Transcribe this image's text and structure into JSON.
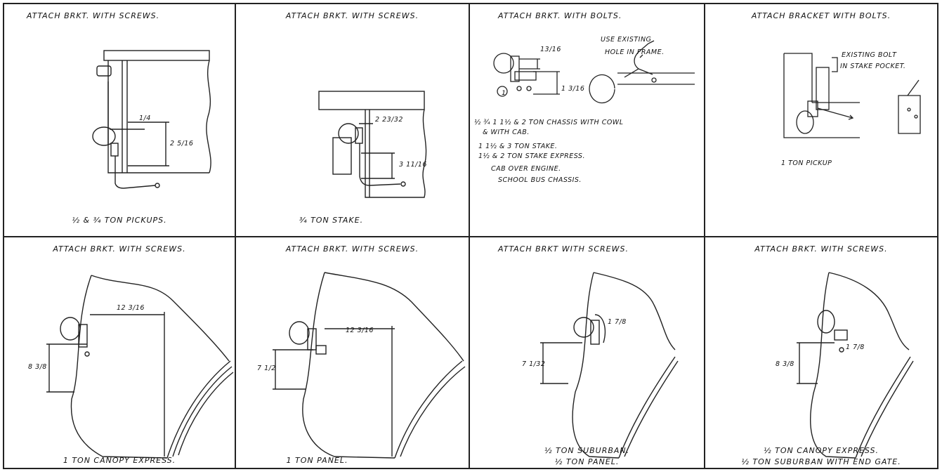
{
  "panels": [
    {
      "header": "ATTACH BRKT. WITH SCREWS.",
      "caption": [
        "½ & ¾ TON PICKUPS."
      ],
      "dims": [
        "1/4",
        "2 5/16"
      ]
    },
    {
      "header": "ATTACH BRKT. WITH SCREWS.",
      "caption": [
        "¾ TON STAKE."
      ],
      "dims": [
        "2 23/32",
        "3 11/16"
      ]
    },
    {
      "header": "ATTACH BRKT. WITH BOLTS.",
      "caption": [],
      "dims": [
        "13/16",
        "1 3/16"
      ],
      "callout": [
        "USE EXISTING",
        "HOLE IN FRAME."
      ],
      "circle_label": "1",
      "notes": [
        "½ ¾ 1 1½ & 2 TON CHASSIS WITH COWL",
        "& WITH CAB.",
        "1 1½ & 3 TON STAKE.",
        "1½ & 2 TON STAKE EXPRESS.",
        "CAB OVER ENGINE.",
        "SCHOOL BUS CHASSIS."
      ]
    },
    {
      "header": "ATTACH BRACKET WITH BOLTS.",
      "caption": [],
      "callout": [
        "EXISTING BOLT",
        "IN STAKE POCKET."
      ],
      "mid_caption": "1 TON PICKUP"
    },
    {
      "header": "ATTACH BRKT. WITH SCREWS.",
      "caption": [
        "1 TON CANOPY EXPRESS."
      ],
      "dims": [
        "12 3/16",
        "8 3/8"
      ]
    },
    {
      "header": "ATTACH BRKT. WITH SCREWS.",
      "caption": [
        "1 TON PANEL."
      ],
      "dims": [
        "12 3/16",
        "7 1/2"
      ]
    },
    {
      "header": "ATTACH BRKT WITH SCREWS.",
      "caption": [
        "½ TON SUBURBAN.",
        "½ TON PANEL."
      ],
      "dims": [
        "1 7/8",
        "7 1/32"
      ]
    },
    {
      "header": "ATTACH BRKT. WITH SCREWS.",
      "caption": [
        "½ TON CANOPY EXPRESS.",
        "½ TON SUBURBAN WITH END GATE."
      ],
      "dims": [
        "8 3/8",
        "1 7/8"
      ]
    }
  ]
}
